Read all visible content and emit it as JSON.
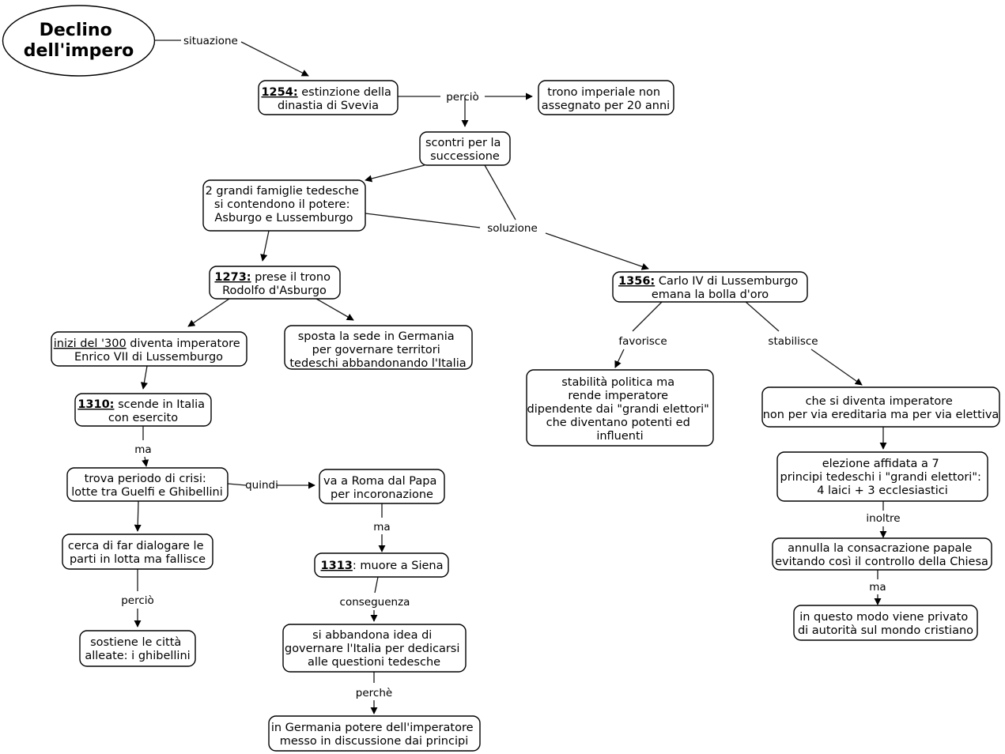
{
  "diagram": {
    "title": "Declino dell'impero",
    "type": "concept-map",
    "language": "it",
    "background_color": "#ffffff",
    "node_fill": "#ffffff",
    "node_stroke": "#000000"
  },
  "nodes": {
    "root": {
      "line1": "Declino",
      "line2": "dell'impero"
    },
    "n1254": {
      "lead": "1254:",
      "line1_rest": " estinzione della",
      "line2": "dinastia di Svevia"
    },
    "trono": {
      "line1": "trono imperiale non",
      "line2": "assegnato per 20 anni"
    },
    "scontri": {
      "line1": "scontri per la",
      "line2": "successione"
    },
    "famiglie": {
      "line1": "2 grandi famiglie tedesche",
      "line2": "si contendono il potere:",
      "line3": "Asburgo e Lussemburgo"
    },
    "n1273": {
      "lead": "1273:",
      "line1_rest": " prese il trono",
      "line2": "Rodolfo d'Asburgo"
    },
    "n1356": {
      "lead": "1356:",
      "line1_rest": " Carlo IV di Lussemburgo",
      "line2": "emana la bolla d'oro"
    },
    "inizi300": {
      "lead": "inizi del '300",
      "line1_rest": " diventa imperatore",
      "line2": "Enrico VII di Lussemburgo"
    },
    "sposta": {
      "line1": "sposta la sede in Germania",
      "line2": "per governare territori",
      "line3": "tedeschi abbandonando l'Italia"
    },
    "stabilita": {
      "line1": "stabilità politica ma",
      "line2": "rende imperatore",
      "line3": "dipendente dai \"grandi elettori\"",
      "line4": "che diventano potenti ed",
      "line5": "influenti"
    },
    "elettiva": {
      "line1": "che si diventa imperatore",
      "line2": "non per via ereditaria ma per via elettiva"
    },
    "n1310": {
      "lead": "1310:",
      "line1_rest": " scende in Italia",
      "line2": "con esercito"
    },
    "elezione": {
      "line1": "elezione affidata a 7",
      "line2": "principi tedeschi i \"grandi elettori\":",
      "line3": "4 laici + 3 ecclesiastici"
    },
    "crisi": {
      "line1": "trova periodo di crisi:",
      "line2": "lotte tra Guelfi e Ghibellini"
    },
    "roma": {
      "line1": "va a Roma dal Papa",
      "line2": "per incoronazione"
    },
    "annulla": {
      "line1": "annulla la consacrazione papale",
      "line2": "evitando così il controllo della Chiesa"
    },
    "dialogare": {
      "line1": "cerca di far dialogare le",
      "line2": "parti in lotta ma fallisce"
    },
    "n1313": {
      "lead": "1313",
      "line1_rest": ": muore a Siena"
    },
    "privato": {
      "line1": "in questo modo viene privato",
      "line2": "di autorità sul mondo cristiano"
    },
    "sostiene": {
      "line1": "sostiene le città",
      "line2": "alleate: i ghibellini"
    },
    "abbandona": {
      "line1": "si abbandona idea di",
      "line2": "governare l'Italia per dedicarsi",
      "line3": "alle questioni tedesche"
    },
    "germania": {
      "line1": "in Germania potere dell'imperatore",
      "line2": "messo in discussione dai principi"
    }
  },
  "link_labels": {
    "situazione": "situazione",
    "percio1": "perciò",
    "soluzione": "soluzione",
    "favorisce": "favorisce",
    "stabilisce": "stabilisce",
    "ma1": "ma",
    "quindi": "quindi",
    "ma2": "ma",
    "percio2": "perciò",
    "conseguenza": "conseguenza",
    "inoltre": "inoltre",
    "ma3": "ma",
    "perche": "perchè"
  }
}
